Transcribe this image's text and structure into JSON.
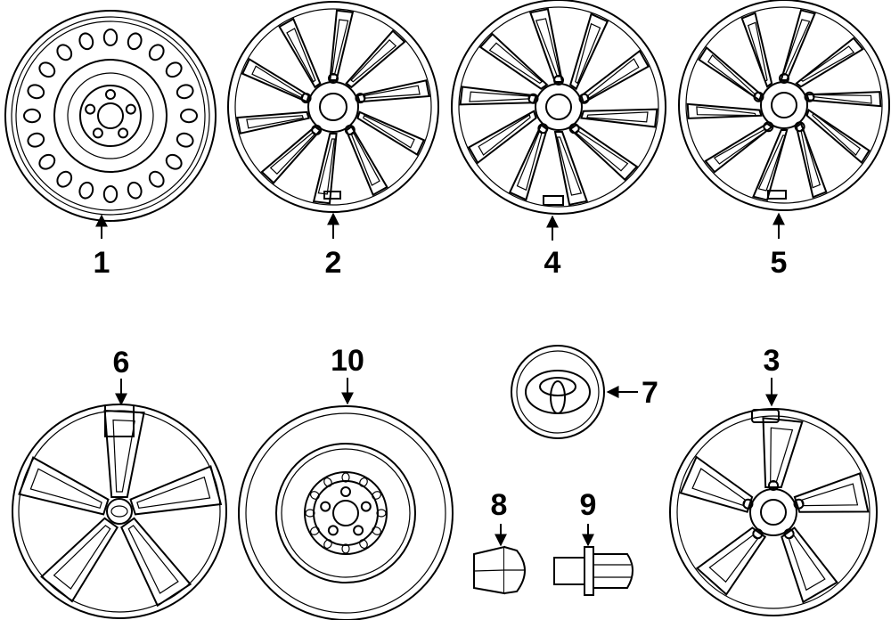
{
  "callouts": {
    "c1": "1",
    "c2": "2",
    "c4": "4",
    "c5": "5",
    "c6": "6",
    "c10": "10",
    "c7": "7",
    "c3": "3",
    "c8": "8",
    "c9": "9"
  },
  "parts": [
    {
      "callout": "1",
      "icon": "steel-wheel-icon"
    },
    {
      "callout": "2",
      "icon": "alloy-wheel-icon"
    },
    {
      "callout": "4",
      "icon": "alloy-wheel-icon"
    },
    {
      "callout": "5",
      "icon": "alloy-wheel-icon"
    },
    {
      "callout": "6",
      "icon": "wheel-cover-icon"
    },
    {
      "callout": "10",
      "icon": "spare-wheel-icon"
    },
    {
      "callout": "7",
      "icon": "center-cap-icon"
    },
    {
      "callout": "3",
      "icon": "alloy-wheel-icon"
    },
    {
      "callout": "8",
      "icon": "lug-nut-icon"
    },
    {
      "callout": "9",
      "icon": "lug-nut-icon"
    }
  ]
}
